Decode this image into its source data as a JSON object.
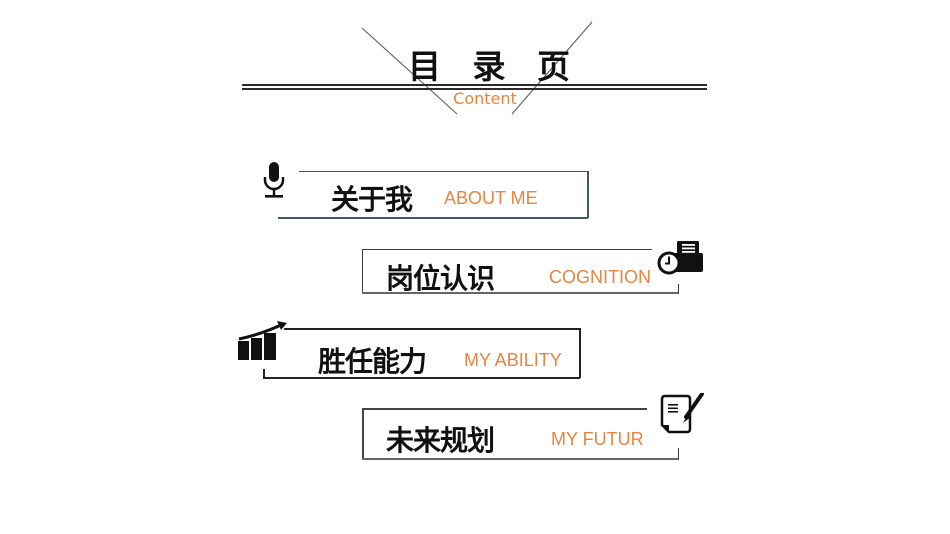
{
  "header": {
    "title": "目 录 页",
    "subtitle": "Content"
  },
  "items": [
    {
      "title_cn": "关于我",
      "title_en": "ABOUT ME",
      "icon": "microphone-icon"
    },
    {
      "title_cn": "岗位认识",
      "title_en": "COGNITION",
      "icon": "camera-clock-icon"
    },
    {
      "title_cn": "胜任能力",
      "title_en": "MY ABILITY",
      "icon": "growth-chart-icon"
    },
    {
      "title_cn": "未来规划",
      "title_en": "MY FUTUR",
      "icon": "document-pen-icon"
    }
  ],
  "colors": {
    "accent": "#E8843F",
    "text": "#111111",
    "line": "#3a3a3a",
    "box_border_1": "#44546A"
  }
}
